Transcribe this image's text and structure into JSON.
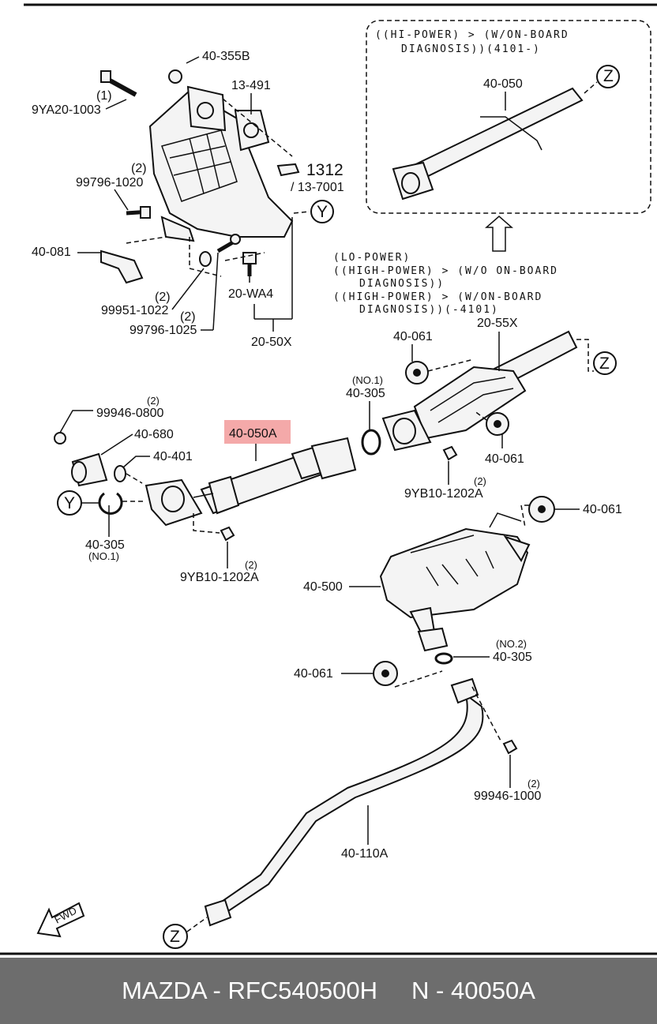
{
  "inset": {
    "line1": "((HI-POWER) > (W/ON-BOARD",
    "line2": "DIAGNOSIS))(4101-)",
    "part": "40-050",
    "ref": "Z"
  },
  "variant_note": {
    "line1": "(LO-POWER)",
    "line2": "((HIGH-POWER) > (W/O ON-BOARD",
    "line3": "DIAGNOSIS))",
    "line4": "((HIGH-POWER) > (W/ON-BOARD",
    "line5": "DIAGNOSIS))(-4101)"
  },
  "labels": {
    "p40_355b": "40-355B",
    "p13_491": "13-491",
    "p9ya20_qty": "(1)",
    "p9ya20": "9YA20-1003",
    "p1312": "1312",
    "p13_7001": "/ 13-7001",
    "p99796_1020_qty": "(2)",
    "p99796_1020": "99796-1020",
    "p40_081": "40-081",
    "p99951_qty": "(2)",
    "p99951": "99951-1022",
    "p99796_1025_qty": "(2)",
    "p99796_1025": "99796-1025",
    "p20_wa4": "20-WA4",
    "p20_50x": "20-50X",
    "ref_y_upper": "Y",
    "p40_061_a": "40-061",
    "p20_55x": "20-55X",
    "ref_z_right": "Z",
    "p40_305_top_no": "(NO.1)",
    "p40_305_top": "40-305",
    "p99946_0800_qty": "(2)",
    "p99946_0800": "99946-0800",
    "p40_680": "40-680",
    "p40_050a": "40-050A",
    "p40_401": "40-401",
    "p40_061_b": "40-061",
    "p9yb10_right_qty": "(2)",
    "p9yb10_right": "9YB10-1202A",
    "ref_y_left": "Y",
    "p40_305_left": "40-305",
    "p40_305_left_no": "(NO.1)",
    "p9yb10_left_qty": "(2)",
    "p9yb10_left": "9YB10-1202A",
    "p40_061_c": "40-061",
    "p40_500": "40-500",
    "p40_305_mid_no": "(NO.2)",
    "p40_305_mid": "40-305",
    "p40_061_d": "40-061",
    "p99946_1000_qty": "(2)",
    "p99946_1000": "99946-1000",
    "p40_110a": "40-110A",
    "fwd": "FWD",
    "ref_z_bottom": "Z"
  },
  "highlight_color": "#f4a9a9",
  "footer": {
    "text": "MAZDA - RFC540500H     N - 40050A",
    "background": "#6d6d6d"
  }
}
